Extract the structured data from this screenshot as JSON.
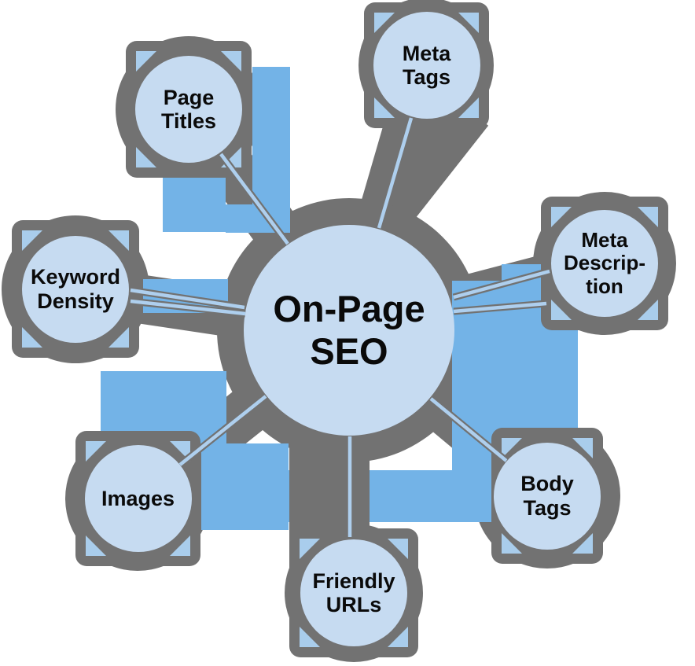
{
  "diagram_title": "On-Page SEO",
  "center": {
    "id": "on-page-seo",
    "lines": [
      "On-Page",
      "SEO"
    ]
  },
  "nodes": [
    {
      "id": "page-titles",
      "lines": [
        "Page",
        "Titles"
      ]
    },
    {
      "id": "meta-tags",
      "lines": [
        "Meta",
        "Tags"
      ]
    },
    {
      "id": "meta-description",
      "lines": [
        "Meta",
        "Descrip-",
        "tion"
      ]
    },
    {
      "id": "keyword-density",
      "lines": [
        "Keyword",
        "Density"
      ]
    },
    {
      "id": "images",
      "lines": [
        "Images"
      ]
    },
    {
      "id": "friendly-urls",
      "lines": [
        "Friendly",
        "URLs"
      ]
    },
    {
      "id": "body-tags",
      "lines": [
        "Body",
        "Tags"
      ]
    }
  ],
  "colors": {
    "frame_gray": "#727272",
    "accent_blue": "#73b3e7",
    "bubble_light_blue": "#c6dbf1",
    "corner_triangle_blue": "#a9cdec",
    "connector_core_blue": "#aecfee",
    "text_black": "#0a0a0a",
    "background": "#ffffff"
  }
}
